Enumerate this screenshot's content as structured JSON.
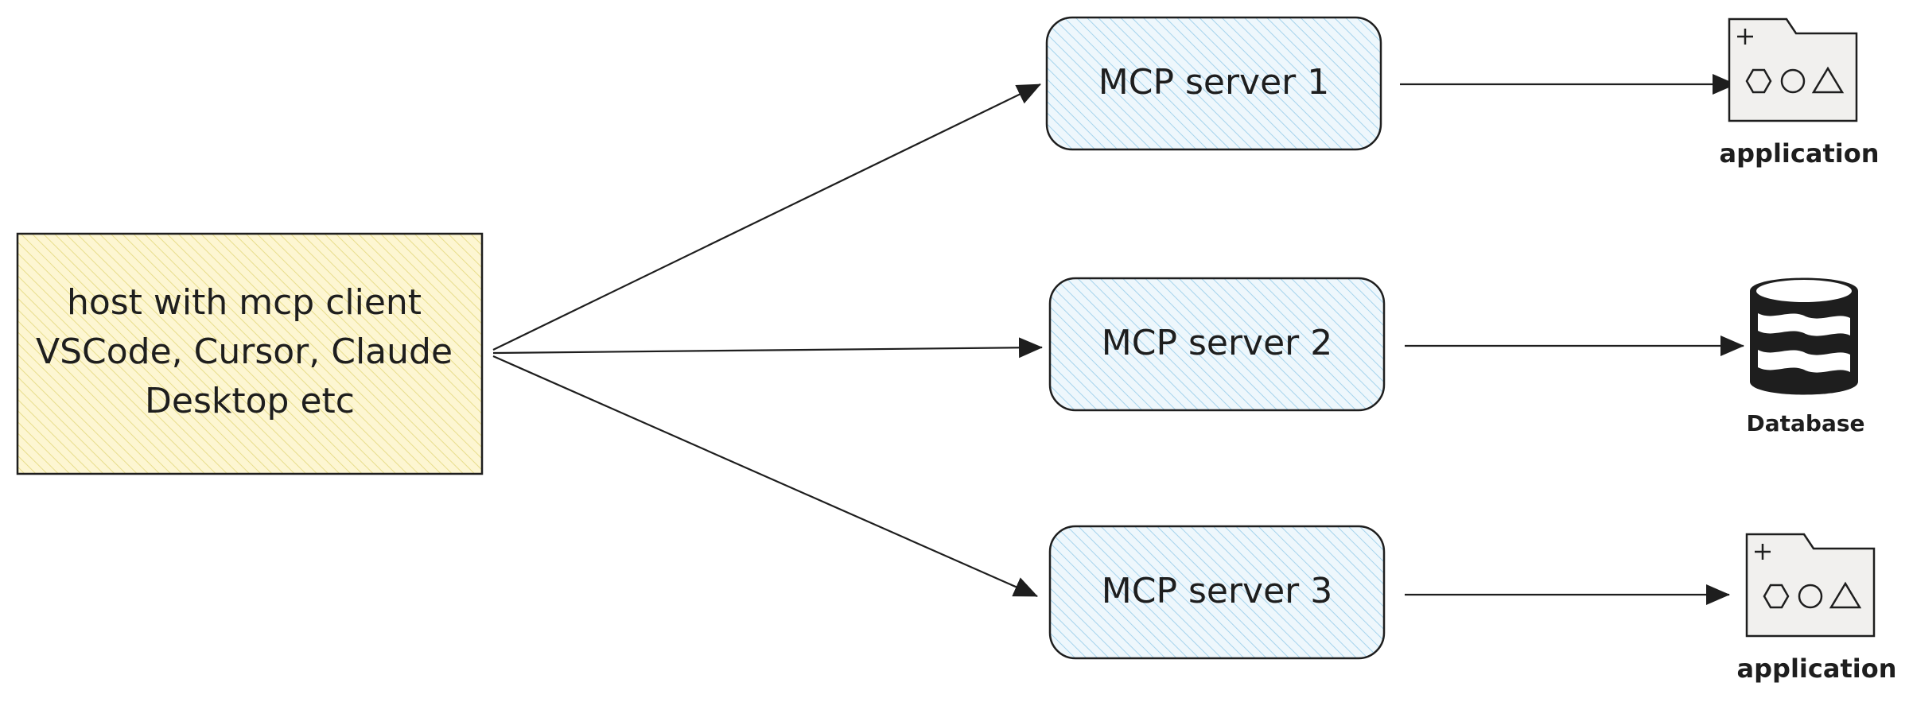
{
  "host": {
    "lines": [
      "host with mcp client",
      "VSCode, Cursor, Claude",
      "Desktop etc"
    ]
  },
  "servers": [
    {
      "label": "MCP server 1"
    },
    {
      "label": "MCP server 2"
    },
    {
      "label": "MCP server 3"
    }
  ],
  "targets": [
    {
      "label": "application",
      "icon": "application-folder-icon"
    },
    {
      "label": "Database",
      "icon": "database-icon"
    },
    {
      "label": "application",
      "icon": "application-folder-icon"
    }
  ],
  "colors": {
    "host_fill": "#fdf6d2",
    "host_hatch": "#e8dd8c",
    "server_fill": "#e6f3fb",
    "server_hatch": "#a5d3ec",
    "stroke": "#1e1e1e",
    "icon_fill": "#f1f0ee"
  }
}
